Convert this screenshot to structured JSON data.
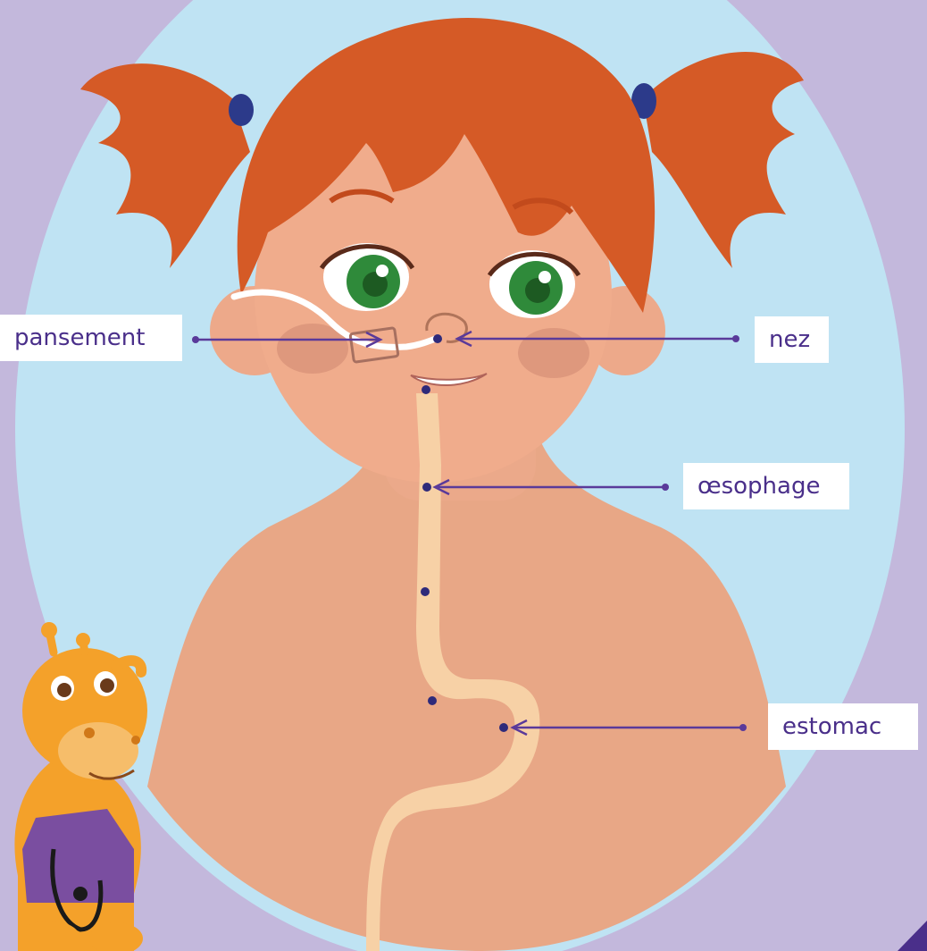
{
  "labels": {
    "pansement": "pansement",
    "nez": "nez",
    "oesophage": "œsophage",
    "estomac": "estomac"
  },
  "colors": {
    "background": "#c3b8dc",
    "circle": "#bfe3f3",
    "skin": "#e8a786",
    "hair": "#d55a26",
    "tube": "#f7d1a6",
    "marker": "#2e2a7a",
    "arrow": "#5a3a9a",
    "label_text": "#4a2f8a"
  }
}
